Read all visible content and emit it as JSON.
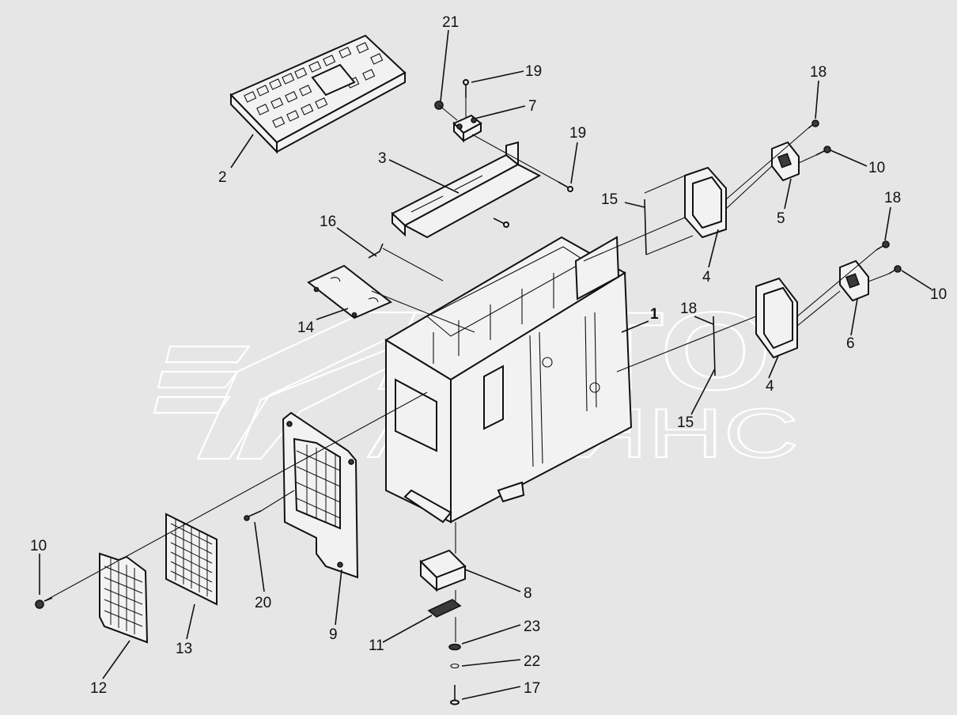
{
  "watermark": {
    "line1": "АВТО",
    "line2": "АЛЬЯНС"
  },
  "callouts": [
    {
      "id": "c21a",
      "text": "21"
    },
    {
      "id": "c19a",
      "text": "19"
    },
    {
      "id": "c7",
      "text": "7"
    },
    {
      "id": "c19b",
      "text": "19"
    },
    {
      "id": "c18a",
      "text": "18"
    },
    {
      "id": "c10a",
      "text": "10"
    },
    {
      "id": "c2",
      "text": "2"
    },
    {
      "id": "c3",
      "text": "3"
    },
    {
      "id": "c15a",
      "text": "15"
    },
    {
      "id": "c5",
      "text": "5"
    },
    {
      "id": "c18b",
      "text": "18"
    },
    {
      "id": "c16",
      "text": "16"
    },
    {
      "id": "c4a",
      "text": "4"
    },
    {
      "id": "c10b",
      "text": "10"
    },
    {
      "id": "c14",
      "text": "14"
    },
    {
      "id": "c1",
      "text": "1"
    },
    {
      "id": "c18c",
      "text": "18"
    },
    {
      "id": "c6",
      "text": "6"
    },
    {
      "id": "c4b",
      "text": "4"
    },
    {
      "id": "c15b",
      "text": "15"
    },
    {
      "id": "c10c",
      "text": "10"
    },
    {
      "id": "c20",
      "text": "20"
    },
    {
      "id": "c8",
      "text": "8"
    },
    {
      "id": "c13",
      "text": "13"
    },
    {
      "id": "c9",
      "text": "9"
    },
    {
      "id": "c23",
      "text": "23"
    },
    {
      "id": "c11",
      "text": "11"
    },
    {
      "id": "c22",
      "text": "22"
    },
    {
      "id": "c12",
      "text": "12"
    },
    {
      "id": "c17",
      "text": "17"
    }
  ]
}
